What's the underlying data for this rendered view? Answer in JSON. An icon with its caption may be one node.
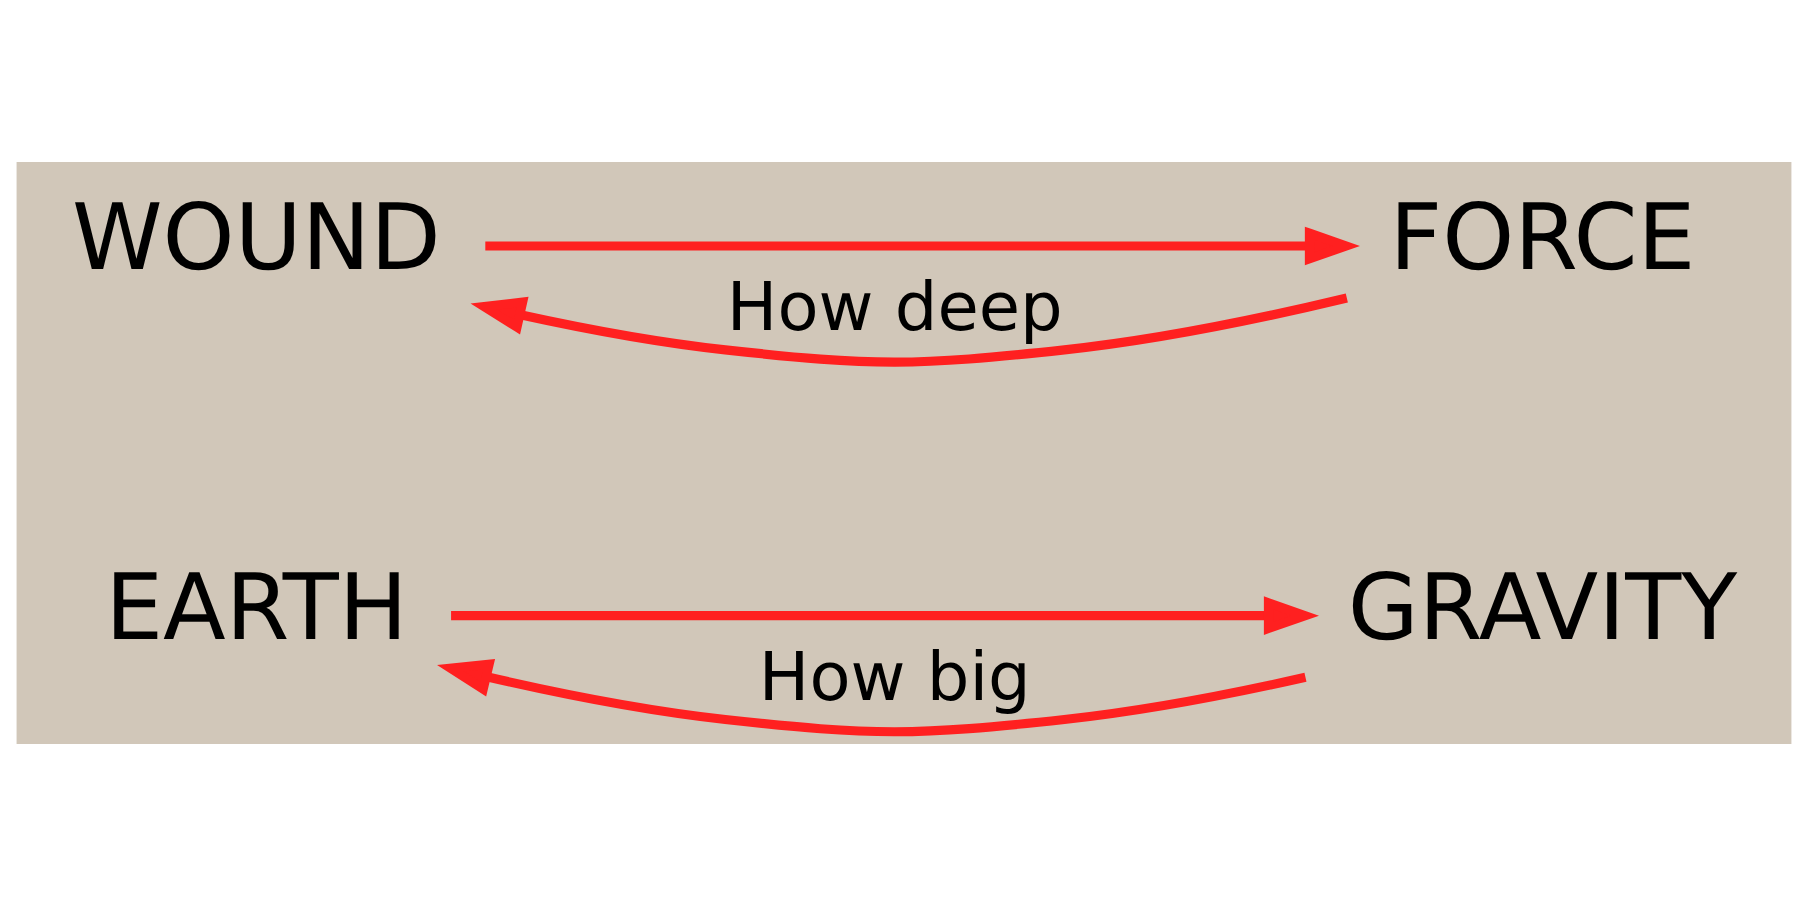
{
  "diagram": {
    "nodes": [
      {
        "text": [
          "EARTH"
        ]
      },
      {
        "text": [
          "GRAVITY"
        ]
      },
      {
        "text": [
          "WOUND"
        ]
      },
      {
        "text": [
          "FORCE"
        ]
      }
    ],
    "edges": [
      {
        "from": 0,
        "to": 1,
        "arrow": "to"
      },
      {
        "from": 1,
        "to": 0,
        "arrow": "to",
        "label": "How big"
      },
      {
        "from": 2,
        "to": 3,
        "arrow": "to"
      },
      {
        "from": 3,
        "to": 2,
        "arrow": "to",
        "label": "How deep"
      }
    ]
  }
}
